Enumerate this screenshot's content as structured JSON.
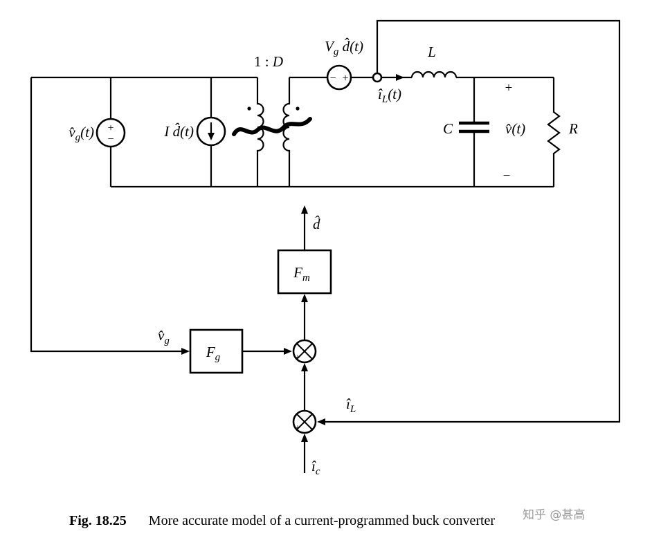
{
  "figure": {
    "caption_label": "Fig. 18.25",
    "caption_text": "More accurate model of a current-programmed buck converter",
    "watermark": "知乎 @甚高"
  },
  "signs": {
    "plus": "+",
    "minus": "−"
  },
  "labels": {
    "vg_source": {
      "base": "v̂",
      "sub": "g",
      "rest": "(t)"
    },
    "id_source": "I d̂(t)",
    "turns_ratio": {
      "pre": "1 : ",
      "ratio": "D"
    },
    "vgd_source": {
      "base": "V",
      "sub": "g",
      "rest": " d̂(t)"
    },
    "il_t": {
      "base": "î",
      "sub": "L",
      "rest": "(t)"
    },
    "inductor": "L",
    "capacitor": "C",
    "v_out": {
      "base": "v̂",
      "rest": "(t)"
    },
    "resistor": "R",
    "d_hat": "d̂",
    "fm": {
      "base": "F",
      "sub": "m"
    },
    "fg": {
      "base": "F",
      "sub": "g"
    },
    "vg_hat": {
      "base": "v̂",
      "sub": "g"
    },
    "il_hat": {
      "base": "î",
      "sub": "L"
    },
    "ic_hat": {
      "base": "î",
      "sub": "c"
    }
  }
}
